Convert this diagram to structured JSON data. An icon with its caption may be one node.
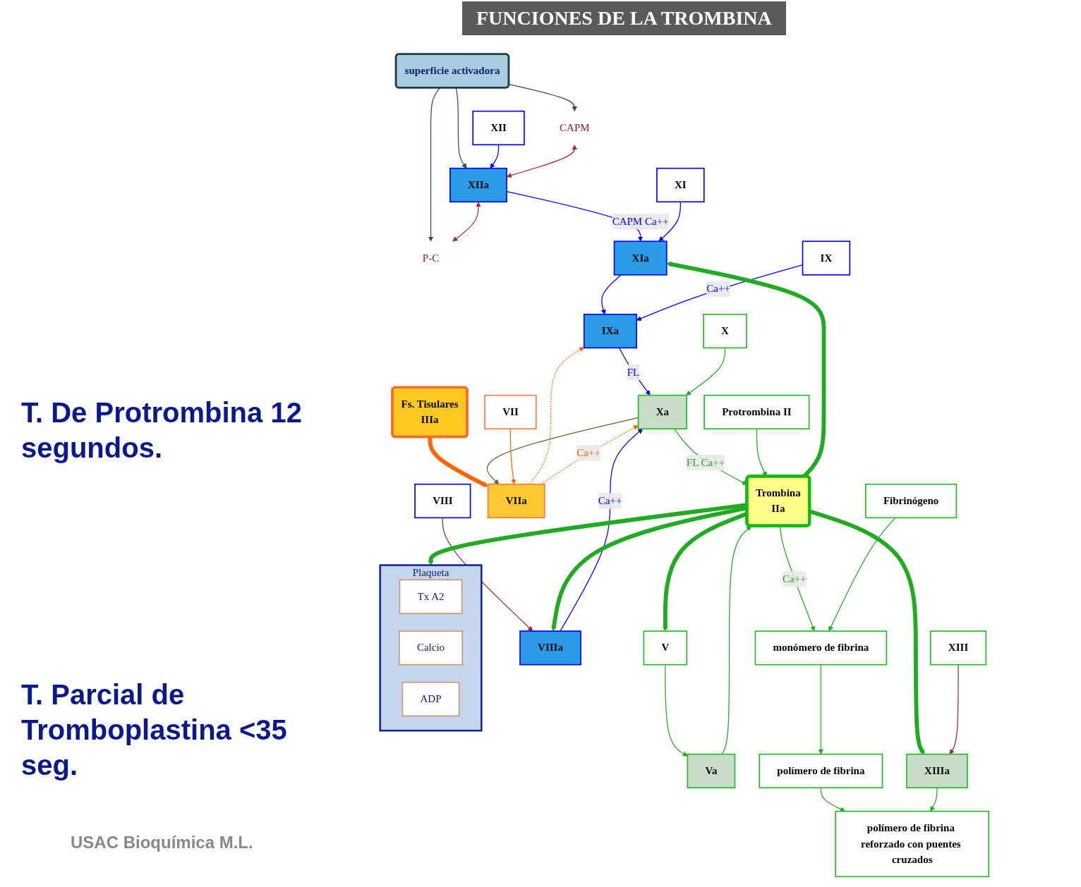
{
  "diagram": {
    "title": "FUNCIONES DE LA  TROMBINA",
    "nodes": [
      {
        "text": [
          "superficie activadora"
        ]
      },
      {
        "text": [
          "CAPM"
        ]
      },
      {
        "text": [
          "P-C"
        ]
      },
      {
        "text": [
          "XII"
        ]
      },
      {
        "text": [
          "XIIa"
        ]
      },
      {
        "text": [
          "XI"
        ]
      },
      {
        "text": [
          "XIa"
        ]
      },
      {
        "text": [
          "IX"
        ]
      },
      {
        "text": [
          "IXa"
        ]
      },
      {
        "text": [
          "VIII"
        ]
      },
      {
        "text": [
          "VIIIa"
        ]
      },
      {
        "text": [
          "Fs. Tisulares",
          "IIIa"
        ]
      },
      {
        "text": [
          "VII"
        ]
      },
      {
        "text": [
          "VIIa"
        ]
      },
      {
        "text": [
          "X"
        ]
      },
      {
        "text": [
          "Xa"
        ]
      },
      {
        "text": [
          "V"
        ]
      },
      {
        "text": [
          "Va"
        ]
      },
      {
        "text": [
          "Protrombina  II"
        ]
      },
      {
        "text": [
          "Trombina",
          "IIa"
        ]
      },
      {
        "text": [
          "Plaqueta"
        ]
      },
      {
        "text": [
          "Tx A2"
        ],
        "in": 20
      },
      {
        "text": [
          "Calcio"
        ],
        "in": 20
      },
      {
        "text": [
          "ADP"
        ],
        "in": 20
      },
      {
        "text": [
          "Fibrinógeno"
        ]
      },
      {
        "text": [
          "monómero de fibrina"
        ]
      },
      {
        "text": [
          "polímero de fibrina"
        ]
      },
      {
        "text": [
          "XIII"
        ]
      },
      {
        "text": [
          "XIIIa"
        ]
      },
      {
        "text": [
          "polímero de fibrina reforzado con puentes cruzados"
        ]
      }
    ],
    "edges": [
      {
        "from": 0,
        "to": 1,
        "arrow": "to",
        "color": "#2f4f4f"
      },
      {
        "from": 0,
        "to": 2,
        "arrow": "to",
        "color": "#2f4f4f"
      },
      {
        "from": 0,
        "to": 4,
        "arrow": "to",
        "color": "#2f4f4f"
      },
      {
        "from": 3,
        "to": 4,
        "arrow": "to",
        "color": "#0000ff"
      },
      {
        "from": 1,
        "to": 4,
        "arrow": "both",
        "color": "#a52a2a"
      },
      {
        "from": 4,
        "to": 2,
        "arrow": "both",
        "color": "#a52a2a"
      },
      {
        "from": 4,
        "to": 6,
        "arrow": "to",
        "color": "#0000ff",
        "label": "CAPM Ca++"
      },
      {
        "from": 5,
        "to": 6,
        "arrow": "to",
        "color": "#0000ff"
      },
      {
        "from": 6,
        "to": 8,
        "arrow": "to",
        "color": "#0000ff"
      },
      {
        "from": 7,
        "to": 8,
        "arrow": "to",
        "color": "#0000ff",
        "label": "Ca++"
      },
      {
        "from": 13,
        "to": 8,
        "arrow": "to",
        "style": "dashed",
        "color": "#ff6600"
      },
      {
        "from": 8,
        "to": 15,
        "arrow": "to",
        "color": "#0000ff",
        "label": "FL"
      },
      {
        "from": 10,
        "to": 15,
        "arrow": "to",
        "color": "#0000ff",
        "label": "Ca++"
      },
      {
        "from": 9,
        "to": 10,
        "arrow": "to",
        "color": "#a52a2a"
      },
      {
        "from": 11,
        "to": 13,
        "arrow": "to",
        "style": "thick",
        "color": "#ff6600"
      },
      {
        "from": 15,
        "to": 13,
        "arrow": "to",
        "color": "#556b2f"
      },
      {
        "from": 12,
        "to": 13,
        "arrow": "to",
        "color": "#ff6600"
      },
      {
        "from": 13,
        "to": 15,
        "arrow": "to",
        "style": "dashed",
        "color": "#ff6600",
        "label": "Ca++"
      },
      {
        "from": 14,
        "to": 15,
        "arrow": "to"
      },
      {
        "from": 16,
        "to": 17,
        "arrow": "to"
      },
      {
        "from": 15,
        "to": 19,
        "arrow": "to",
        "label": "FL Ca++"
      },
      {
        "from": 17,
        "to": 19,
        "arrow": "to"
      },
      {
        "from": 18,
        "to": 19,
        "arrow": "to"
      },
      {
        "from": 19,
        "to": 20,
        "arrow": "to",
        "style": "thick"
      },
      {
        "from": 19,
        "to": 16,
        "arrow": "to",
        "style": "thick"
      },
      {
        "from": 19,
        "to": 10,
        "arrow": "to",
        "style": "thick"
      },
      {
        "from": 19,
        "to": 6,
        "arrow": "to",
        "style": "thick"
      },
      {
        "from": 19,
        "to": 28,
        "arrow": "to",
        "style": "thick"
      },
      {
        "from": 27,
        "to": 28,
        "arrow": "to",
        "color": "#a52a2a"
      },
      {
        "from": 19,
        "to": 25,
        "arrow": "to",
        "label": "Ca++"
      },
      {
        "from": 24,
        "to": 25,
        "arrow": "to"
      },
      {
        "from": 25,
        "to": 26,
        "arrow": "to"
      },
      {
        "from": 26,
        "to": 29,
        "arrow": "to"
      },
      {
        "from": 28,
        "to": 29,
        "arrow": "to"
      }
    ],
    "labels": [
      "T. De Protrombina 12 segundos.",
      "T. Parcial de Tromboplastina <35 seg.",
      "USAC Bioquímica M.L."
    ]
  }
}
